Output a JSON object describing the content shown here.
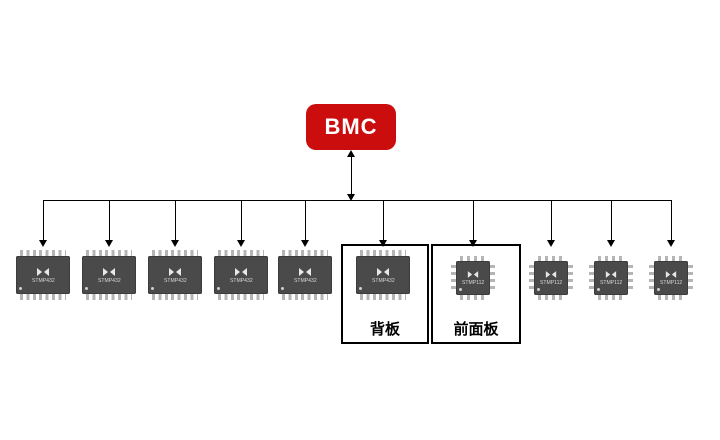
{
  "diagram": {
    "bmc": {
      "label": "BMC"
    },
    "boxes": {
      "backplane": "背板",
      "front_panel": "前面板"
    },
    "chips": [
      {
        "type": "soic",
        "label": "STMP432"
      },
      {
        "type": "soic",
        "label": "STMP432"
      },
      {
        "type": "soic",
        "label": "STMP432"
      },
      {
        "type": "soic",
        "label": "STMP432"
      },
      {
        "type": "soic",
        "label": "STMP432"
      },
      {
        "type": "soic",
        "label": "STMP432"
      },
      {
        "type": "qfn",
        "label": "STMP112"
      },
      {
        "type": "qfn",
        "label": "STMP112"
      },
      {
        "type": "qfn",
        "label": "STMP112"
      },
      {
        "type": "qfn",
        "label": "STMP112"
      }
    ],
    "colors": {
      "bmc_background": "#cc0d0d",
      "chip_body": "#4a4a4a",
      "chip_pins": "#b5b5b5",
      "line": "#000000"
    }
  }
}
